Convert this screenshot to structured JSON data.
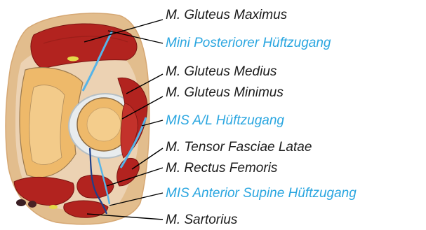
{
  "colors": {
    "muscle_label": "#1c1c1c",
    "approach_label": "#2aa6e0",
    "muscle": "#b2231f",
    "fat": "#e2bd8d",
    "bone": "#eeb96a",
    "nerve": "#1d3f8a"
  },
  "labels": [
    {
      "id": "gluteus-maximus",
      "text": "M. Gluteus Maximus",
      "kind": "muscle"
    },
    {
      "id": "mini-posterior-approach",
      "text": "Mini Posteriorer Hüftzugang",
      "kind": "approach"
    },
    {
      "id": "gluteus-medius",
      "text": "M. Gluteus Medius",
      "kind": "muscle"
    },
    {
      "id": "gluteus-minimus",
      "text": "M. Gluteus Minimus",
      "kind": "muscle"
    },
    {
      "id": "mis-al-approach",
      "text": "MIS A/L Hüftzugang",
      "kind": "approach"
    },
    {
      "id": "tensor-fasciae-latae",
      "text": "M. Tensor Fasciae Latae",
      "kind": "muscle"
    },
    {
      "id": "rectus-femoris",
      "text": "M. Rectus Femoris",
      "kind": "muscle"
    },
    {
      "id": "mis-anterior-supine-approach",
      "text": "MIS Anterior Supine Hüftzugang",
      "kind": "approach"
    },
    {
      "id": "sartorius",
      "text": "M. Sartorius",
      "kind": "muscle"
    }
  ]
}
